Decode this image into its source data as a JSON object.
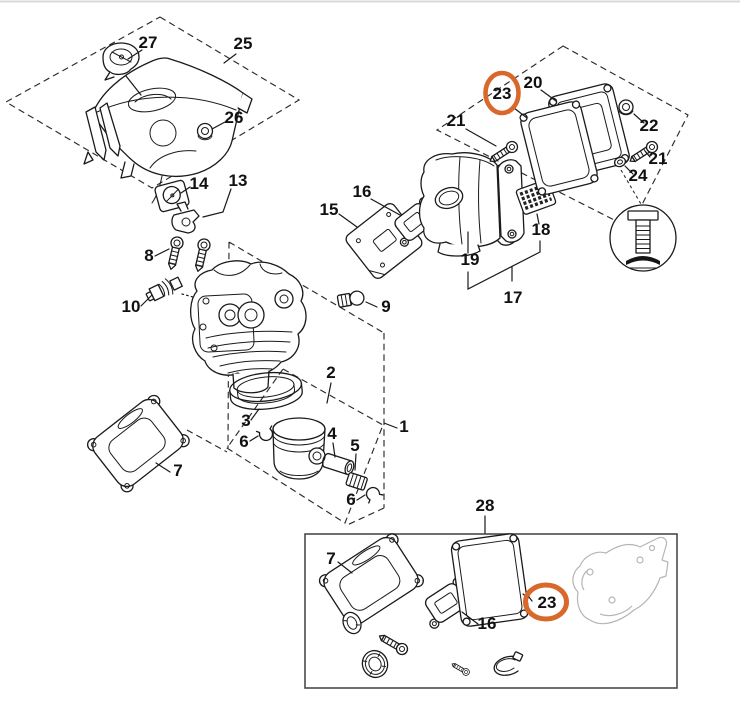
{
  "figure": {
    "type": "exploded-parts-diagram",
    "subject": "engine cylinder, piston and muffler assembly with gasket set inset",
    "background_color": "#ffffff",
    "line_color": "#1a1a1a",
    "muted_part_color": "#b5b5b5",
    "highlight_color": "#d9692a",
    "callouts": {
      "c27": "27",
      "c25": "25",
      "c26": "26",
      "c14": "14",
      "c13": "13",
      "c8": "8",
      "c10": "10",
      "c15": "15",
      "c16_main": "16",
      "c9": "9",
      "c2": "2",
      "c3": "3",
      "c6_a": "6",
      "c4": "4",
      "c5": "5",
      "c6_b": "6",
      "c1": "1",
      "c7_main": "7",
      "c23_top": "23",
      "c20": "20",
      "c21_a": "21",
      "c22": "22",
      "c21_b": "21",
      "c24": "24",
      "c19": "19",
      "c18": "18",
      "c17": "17",
      "c28": "28",
      "c7_inset": "7",
      "c16_inset": "16",
      "c23_inset": "23"
    },
    "highlighted_callouts": [
      "c23_top",
      "c23_inset"
    ]
  }
}
